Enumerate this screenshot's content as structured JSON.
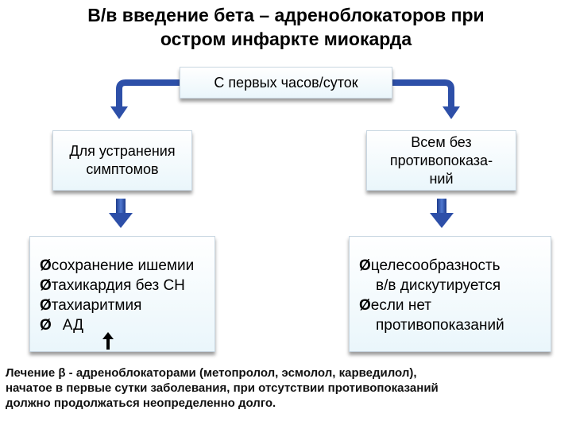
{
  "title": {
    "line1": "В/в введение бета – адреноблокаторов при",
    "line2": "остром инфаркте миокарда"
  },
  "top_box": "С первых часов/суток",
  "left_box": [
    "Для устранения",
    "симптомов"
  ],
  "right_box": [
    "Всем без",
    "противопоказа-",
    "ний"
  ],
  "left_list": {
    "marker": "Ø",
    "items": [
      "сохранение ишемии",
      "тахикардия без СН",
      "тахиаритмия",
      "АД"
    ]
  },
  "right_list": {
    "marker": "Ø",
    "item1_line1": "целесообразность",
    "item1_line2": "в/в дискутируется",
    "item2_line1": "если нет",
    "item2_line2": "противопоказаний"
  },
  "footer": [
    "Лечение β - адреноблокаторами (метопролол, эсмолол, карведилол),",
    "начатое в первые сутки заболевания, при отсутствии противопоказаний",
    "должно продолжаться неопределенно долго."
  ],
  "colors": {
    "arrow": "#2d4fa8",
    "box_border": "#c9d7e2",
    "box_fill": "#eaf6fb"
  },
  "icons": {
    "curved_arrow": "curved-arrow-icon",
    "down_arrow": "down-arrow-icon",
    "up_arrow": "up-arrow-icon"
  }
}
